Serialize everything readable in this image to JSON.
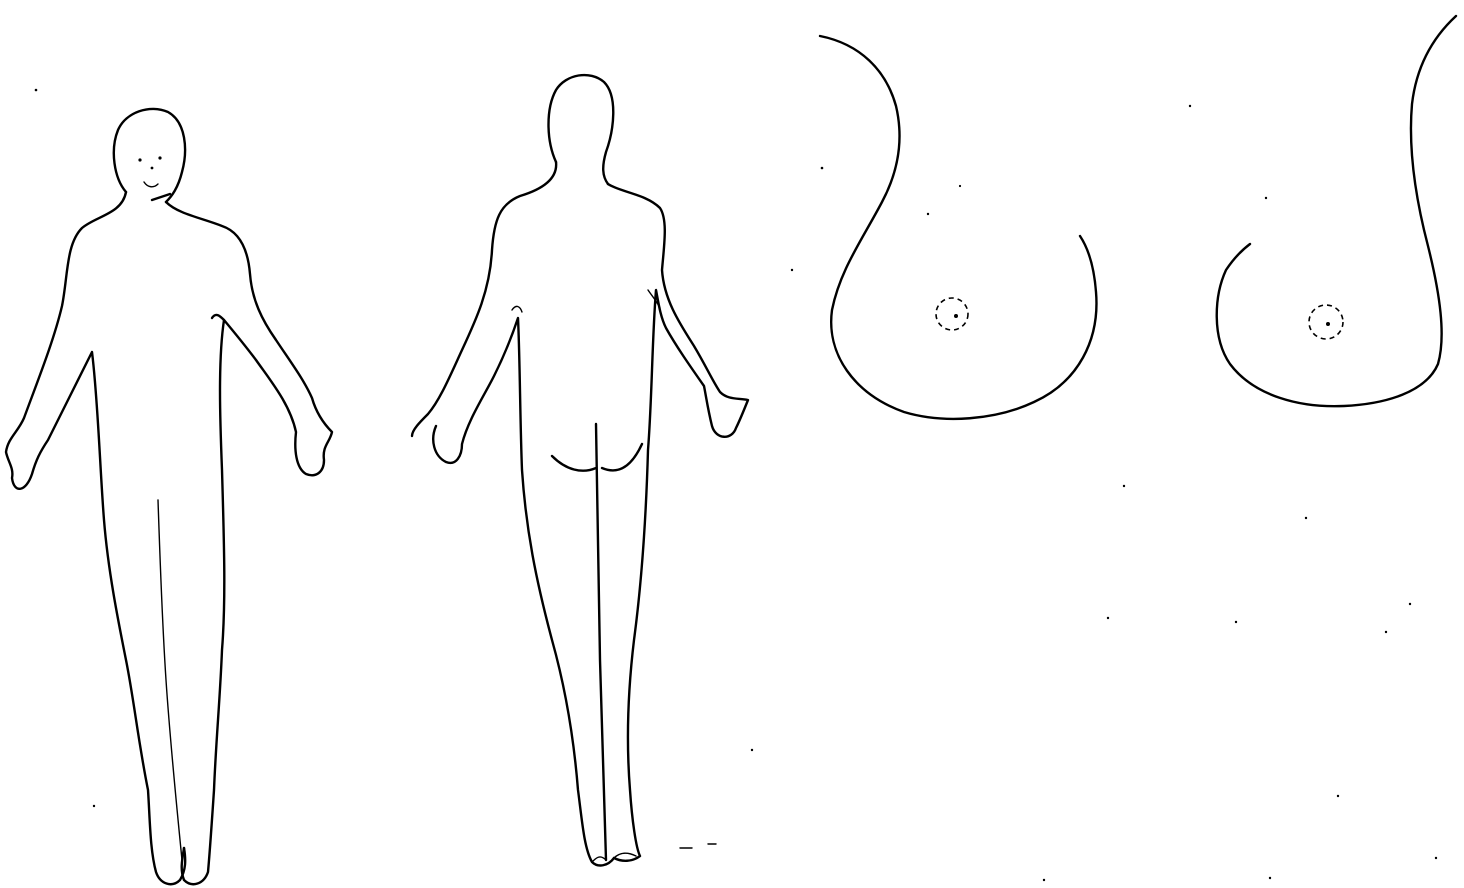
{
  "figure": {
    "figures": [
      {
        "name": "body-front",
        "view": "front"
      },
      {
        "name": "body-back",
        "view": "back"
      },
      {
        "name": "breast-right",
        "view": "breast"
      },
      {
        "name": "breast-left",
        "view": "breast"
      }
    ]
  },
  "colors": {
    "background": "#ffffff",
    "line": "#000000"
  }
}
